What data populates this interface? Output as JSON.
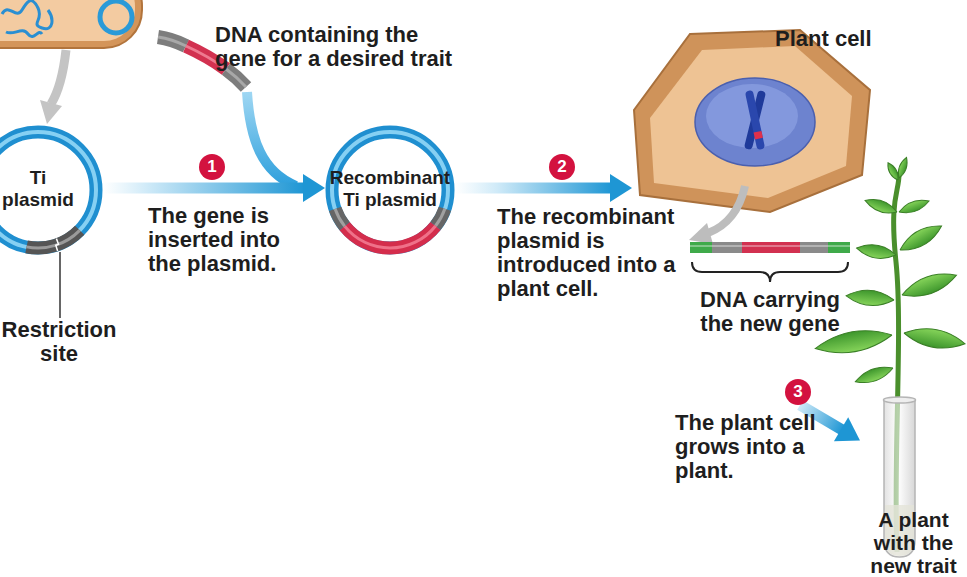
{
  "diagram": {
    "nodes": [
      {
        "text": [
          "Ti plasmid"
        ]
      },
      {
        "text": [
          "Recombinant Ti plasmid"
        ]
      },
      {
        "text": [
          "Plant cell"
        ]
      },
      {
        "text": [
          "A plant with the new trait"
        ]
      }
    ],
    "edges": [
      {
        "from": 0,
        "to": 1,
        "arrow": "to",
        "label": "1"
      },
      {
        "from": 1,
        "to": 2,
        "arrow": "to",
        "label": "2"
      },
      {
        "from": 2,
        "to": 3,
        "arrow": "to",
        "label": "3"
      }
    ],
    "labels": [
      "DNA containing the gene for a desired trait",
      "Restriction site",
      "The gene is inserted into the plasmid.",
      "The recombinant plasmid is introduced into a plant cell.",
      "DNA carrying the new gene",
      "The plant cell grows into a plant."
    ]
  }
}
